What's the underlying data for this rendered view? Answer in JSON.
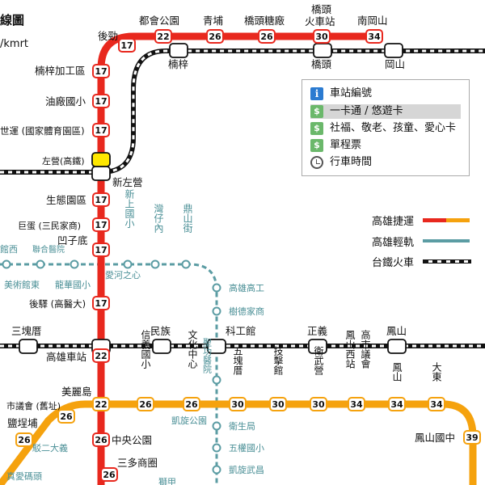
{
  "title_fragment": "線圖",
  "url_fragment": "/kmrt",
  "legend": {
    "items": [
      {
        "icon": "info-icon",
        "glyph": "i",
        "label": "車站編號"
      },
      {
        "icon": "card-icon",
        "glyph": "$",
        "label": "一卡通 / 悠遊卡",
        "highlighted": true
      },
      {
        "icon": "card-icon",
        "glyph": "$",
        "label": "社福、敬老、孩童、愛心卡"
      },
      {
        "icon": "card-icon",
        "glyph": "$",
        "label": "單程票"
      },
      {
        "icon": "clock-icon",
        "glyph": "",
        "label": "行車時間"
      }
    ]
  },
  "line_legend": [
    {
      "label": "高雄捷運"
    },
    {
      "label": "高雄輕軌"
    },
    {
      "label": "台鐵火車"
    }
  ],
  "colors": {
    "red_line": "#e8281e",
    "orange_line": "#f5a20e",
    "lrt": "#5b9ca3",
    "rail": "#111111"
  },
  "stations": {
    "houjin": "後勁",
    "dushiguo": "都會公園",
    "qingpu": "青埔",
    "qiaotou_tangchang": "橋頭糖廠",
    "qiaotou_station_1": "橋頭",
    "qiaotou_station_2": "火車站",
    "nanganshan": "南岡山",
    "nanzi_export": "楠梓加工區",
    "nanzi": "楠梓",
    "qiaotou": "橋頭",
    "gangshan": "岡山",
    "youchang": "油廠國小",
    "shiyun": "世運 (國家體育園區)",
    "zuoying_hsr": "左營(高鐵)",
    "xinzuoying": "新左營",
    "eco": "生態園區",
    "juedan": "巨蛋 (三民家商)",
    "aoziti": "凹子底",
    "houyi": "後驛 (高醫大)",
    "sankuaicuo": "三塊厝",
    "kaohsiung_main": "高雄車站",
    "minzu": "民族",
    "kegongguan": "科工館",
    "zhengyi": "正義",
    "fengshan": "鳳山",
    "meilidao": "美麗島",
    "central_park": "中央公園",
    "sanduo": "三多商圈",
    "shiyihui": "市議會 (舊址)",
    "yanchengpu": "鹽埕埔",
    "fengshan_guozhong": "鳳山國中",
    "xiziwan_fragment": "駁二大義",
    "zhenaimatou": "真愛碼頭",
    "lrt_top_fragment": "館西",
    "lrt_lianhe": "聯合醫院",
    "lrt_meishuguan": "美術館東",
    "lrt_longhua": "龍華國小",
    "lrt_aihe": "愛河之心",
    "lrt_gaoshang": "高雄高工",
    "lrt_shude": "樹德家商",
    "lrt_kaixuan_park": "凱旋公園",
    "lrt_weisheng": "衛生局",
    "lrt_wuquan": "五權國小",
    "lrt_kaixuan_wuchang": "凱旋武昌",
    "lrt_bottom_fragment": "獅甲",
    "v_xinshangguoxiao": "新上國小",
    "v_wanzinei": "灣仔內",
    "v_dingshanjie": "鼎山街",
    "v_xinyi": "信義國小",
    "v_wenhua": "文化中心",
    "v_shenggong": "聖功醫院",
    "v_wukuaicuo": "五塊厝",
    "v_jiyiguan": "技擊館",
    "v_weiwuying": "衛武營",
    "v_fengshan_west": "鳳山西站",
    "v_shiyihui": "高市議會",
    "v_fengshan": "鳳山",
    "v_dadong": "大東"
  },
  "numbers": {
    "n17": "17",
    "n22": "22",
    "n26": "26",
    "n30": "30",
    "n34": "34",
    "n39": "39"
  }
}
